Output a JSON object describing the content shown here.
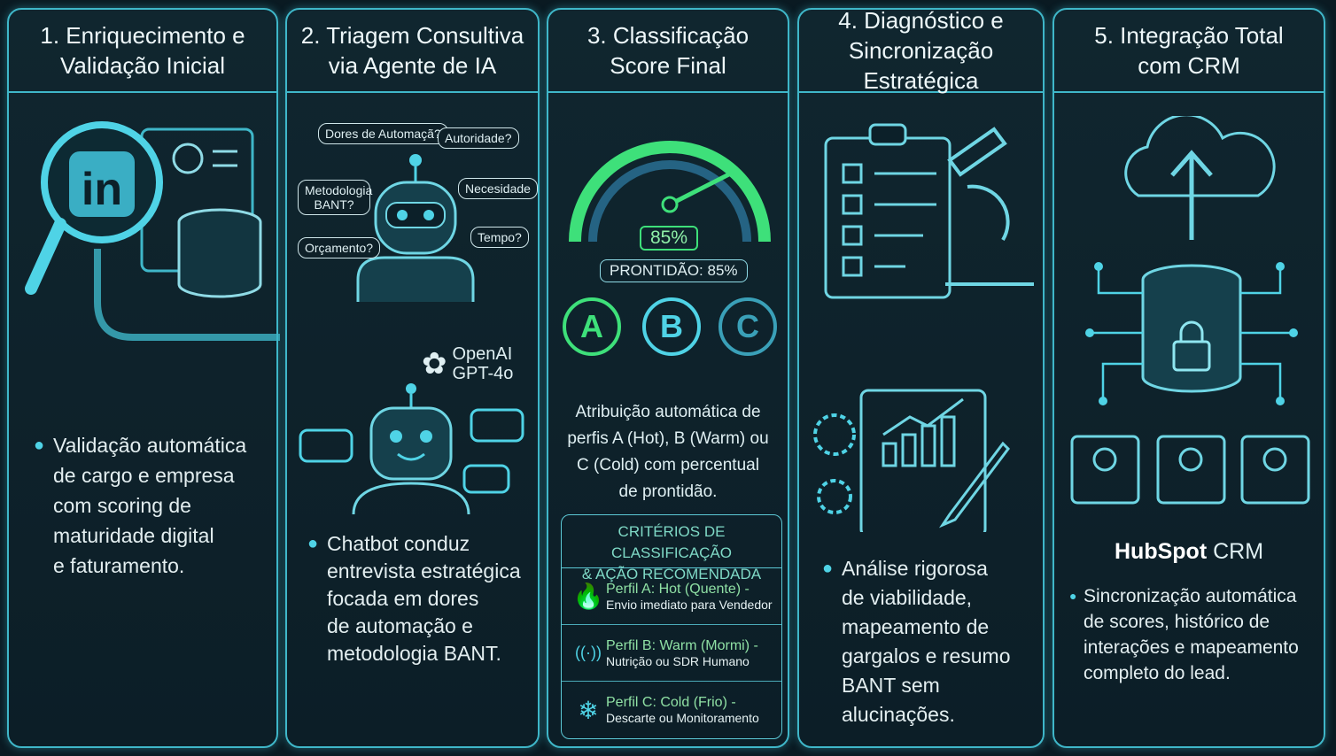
{
  "columns": [
    {
      "title_l1": "1. Enriquecimento e",
      "title_l2": "Validação Inicial",
      "icon": "linkedin-icon",
      "logo": "in",
      "text_lines": [
        "Validação automática",
        "de cargo e empresa",
        "com scoring de",
        "maturidade digital",
        "e faturamento."
      ]
    },
    {
      "title_l1": "2. Triagem Consultiva",
      "title_l2": "via Agente de IA",
      "bubbles": [
        "Dores de Automaçã?",
        "Autoridade?",
        "Metodologia BANT?",
        "Necesidade",
        "Orçamento?",
        "Tempo?"
      ],
      "brand_l1": "OpenAI",
      "brand_l2": "GPT-4o",
      "text_lines": [
        "Chatbot conduz",
        "entrevista estratégica",
        "focada em dores",
        "de automação e",
        "metodologia BANT."
      ]
    },
    {
      "title_l1": "3. Classificação",
      "title_l2": "Score Final",
      "gauge_value": "85%",
      "gauge_fraction": 0.85,
      "readiness": "PRONTIDÃO: 85%",
      "grades": [
        "A",
        "B",
        "C"
      ],
      "text_lines": [
        "Atribuição automática de",
        "perfis A (Hot), B (Warm) ou",
        "C (Cold) com percentual",
        "de prontidão."
      ],
      "criteria_title_l1": "CRITÉRIOS DE CLASSIFICAÇÃO",
      "criteria_title_l2": "& AÇÃO RECOMENDADA",
      "criteria": [
        {
          "icon": "flame-icon",
          "glyph": "🔥",
          "title": "Perfil A: Hot (Quente) -",
          "action": "Envio imediato para Vendedor"
        },
        {
          "icon": "signal-icon",
          "glyph": "((·))",
          "title": "Perfil B: Warm (Mormi) -",
          "action": "Nutrição ou SDR Humano"
        },
        {
          "icon": "snowflake-icon",
          "glyph": "❄",
          "title": "Perfil C: Cold (Frio) -",
          "action": "Descarte ou Monitoramento"
        }
      ]
    },
    {
      "title_l1": "4. Diagnóstico e",
      "title_l2": "Sincronização Estratégica",
      "text_lines": [
        "Análise rigorosa",
        "de viabilidade,",
        "mapeamento de",
        "gargalos e resumo",
        "BANT sem alucinações."
      ]
    },
    {
      "title_l1": "5. Integração Total",
      "title_l2": "com CRM",
      "brand": "HubSpot",
      "brand_suffix": "CRM",
      "text_lines": [
        "Sincronização automática",
        "de scores, histórico de",
        "interações e mapeamento",
        "completo do lead."
      ]
    }
  ],
  "colors": {
    "border": "#3fb7c9",
    "accent": "#4fd3e6",
    "green": "#3ee07a"
  }
}
